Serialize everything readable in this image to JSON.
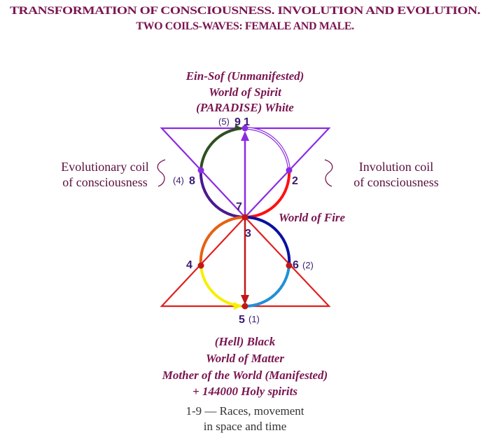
{
  "title": {
    "line1": "TRANSFORMATION OF CONSCIOUSNESS. INVOLUTION AND EVOLUTION.",
    "line2": "TWO COILS-WAVES: FEMALE AND MALE."
  },
  "top_labels": [
    "Ein-Sof (Unmanifested)",
    "World of Spirit",
    "(PARADISE) White"
  ],
  "left_label": [
    "Evolutionary coil",
    "of consciousness"
  ],
  "right_label": [
    "Involution coil",
    "of consciousness"
  ],
  "fire_label": "World of Fire",
  "points": {
    "p5_paren": "(5)",
    "p9": "9",
    "p1": "1",
    "p4_paren": "(4)",
    "p8": "8",
    "p2": "2",
    "p7": "7",
    "p3": "3",
    "p4": "4",
    "p6": "6",
    "p2_paren": "(2)",
    "p5": "5",
    "p1_paren": "(1)"
  },
  "bottom_labels": [
    "(Hell) Black",
    "World of Matter",
    "Mother of the World (Manifested)",
    "+ 144000 Holy spirits"
  ],
  "legend": [
    "1-9 — Races, movement",
    "in space and time"
  ],
  "colors": {
    "text": "#7a1550",
    "upper_triangle": "#8a2be2",
    "lower_triangle": "#e02020",
    "arc_green": "#2e5020",
    "arc_purple": "#4a1a90",
    "arc_red": "#ff1010",
    "arc_orange": "#e86010",
    "arc_yellow": "#f5f000",
    "arc_lightblue": "#2090d8",
    "arc_darkblue": "#0a10a0"
  }
}
